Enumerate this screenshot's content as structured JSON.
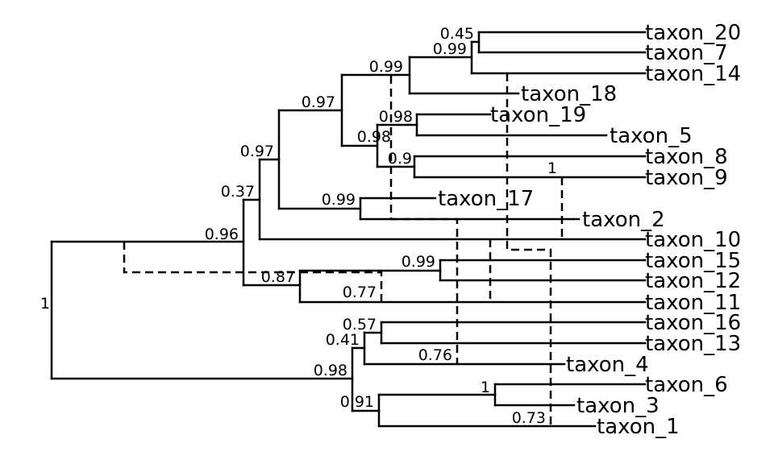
{
  "tree": {
    "taxa": [
      "taxon_20",
      "taxon_7",
      "taxon_14",
      "taxon_18",
      "taxon_19",
      "taxon_5",
      "taxon_8",
      "taxon_9",
      "taxon_17",
      "taxon_2",
      "taxon_10",
      "taxon_15",
      "taxon_12",
      "taxon_11",
      "taxon_16",
      "taxon_13",
      "taxon_4",
      "taxon_6",
      "taxon_3",
      "taxon_1"
    ],
    "support_labels": [
      "1",
      "0.96",
      "0.37",
      "0.97",
      "0.97",
      "0.99",
      "0.99",
      "0.45",
      "0.98",
      "0.98",
      "0.9",
      "0.99",
      "0.87",
      "0.99",
      "0.77",
      "0.98",
      "0.41",
      "0.57",
      "0.76",
      "0.91",
      "1",
      "0.73",
      "1"
    ]
  }
}
